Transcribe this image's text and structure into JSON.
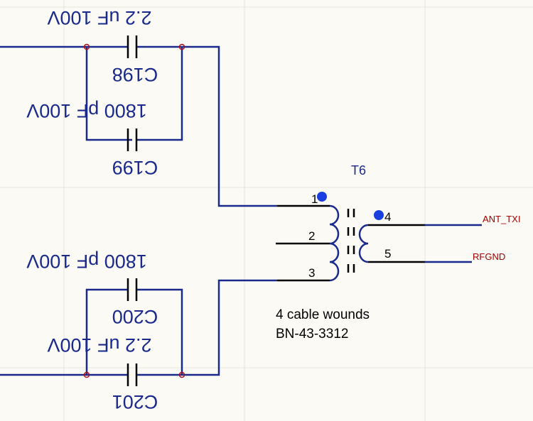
{
  "colors": {
    "background": "#fbfaf5",
    "grid": "#e6e4dc",
    "wire": "#1a2a8c",
    "component": "#000000",
    "coil": "#1a2a8c",
    "junction": "#b0101a",
    "pin_dot": "#1a3fe0",
    "net_label": "#a00000",
    "text": "#1a2a8c"
  },
  "capacitors": [
    {
      "designator": "C198",
      "value": "2.2 uF 100V"
    },
    {
      "designator": "C199",
      "value": "1800 pF 100V"
    },
    {
      "designator": "C200",
      "value": "1800 pF 100V"
    },
    {
      "designator": "C201",
      "value": "2.2 uF 100V"
    }
  ],
  "transformer": {
    "designator": "T6",
    "pins": [
      "1",
      "2",
      "3",
      "4",
      "5"
    ],
    "note_line1": "4 cable wounds",
    "note_line2": "BN-43-3312"
  },
  "nets": {
    "ant": "ANT_TXI",
    "rfgnd": "RFGND"
  }
}
